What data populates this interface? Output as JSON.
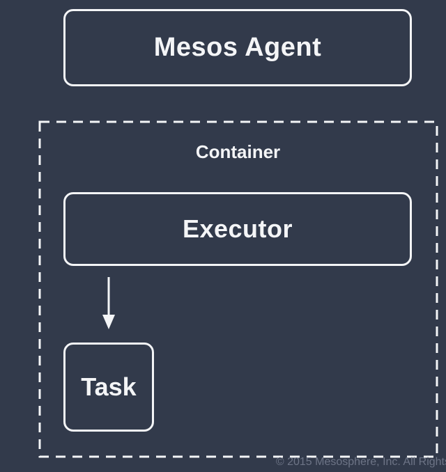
{
  "diagram": {
    "agent_label": "Mesos Agent",
    "container_label": "Container",
    "executor_label": "Executor",
    "task_label": "Task",
    "copyright": "© 2015 Mesosphere, Inc. All Rights"
  },
  "colors": {
    "background": "#323a4b",
    "foreground": "#f4f5f7",
    "watermark": "#6d7486"
  }
}
